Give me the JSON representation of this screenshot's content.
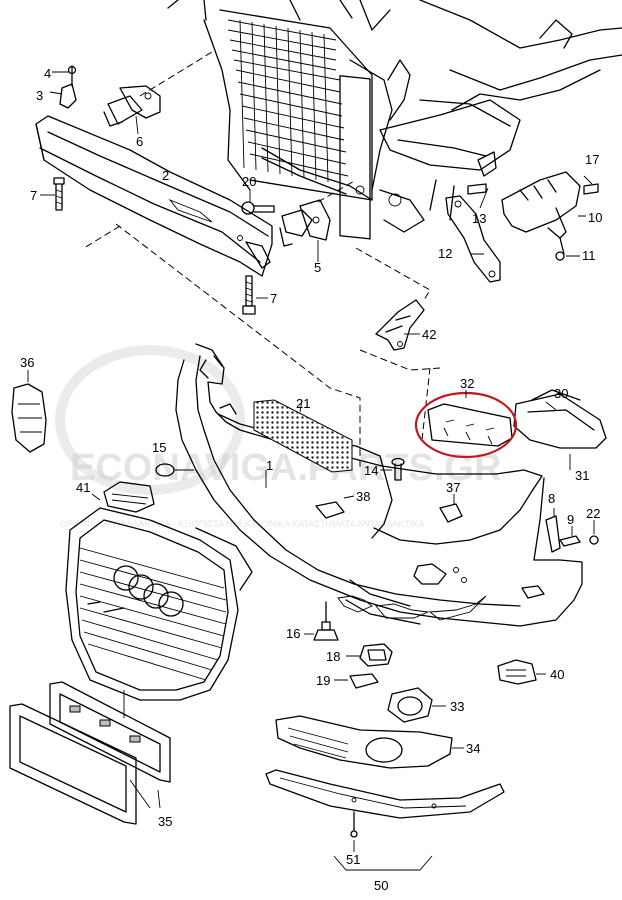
{
  "watermark": {
    "main": "ECONAVIGA.PARTS.GR",
    "sub": "ΟΡΙΓΙΝΑΛ ΑΝΤΑΛΛΑΚΤΙΚΑ · ΑΞΙΟΠΙΣΤΑ ΗΛΕΚΤΡΟΝΙΚΑ ΚΑΤΑΣΤΗΜΑΤΑ ΑΝΤΑΛΛΑΚΤΙΚΑ"
  },
  "callouts": {
    "c1": "1",
    "c2": "2",
    "c3": "3",
    "c4": "4",
    "c5": "5",
    "c6": "6",
    "c7a": "7",
    "c7b": "7",
    "c8": "8",
    "c9": "9",
    "c10": "10",
    "c11": "11",
    "c12": "12",
    "c13": "13",
    "c14": "14",
    "c15": "15",
    "c16": "16",
    "c17": "17",
    "c18": "18",
    "c19": "19",
    "c20": "20",
    "c21": "21",
    "c22": "22",
    "c30": "30",
    "c31": "31",
    "c32": "32",
    "c33": "33",
    "c34": "34",
    "c35": "35",
    "c36": "36",
    "c37": "37",
    "c38": "38",
    "c40": "40",
    "c41": "41",
    "c42": "42",
    "c50": "50",
    "c51": "51"
  },
  "highlight_color": "#c0181c"
}
